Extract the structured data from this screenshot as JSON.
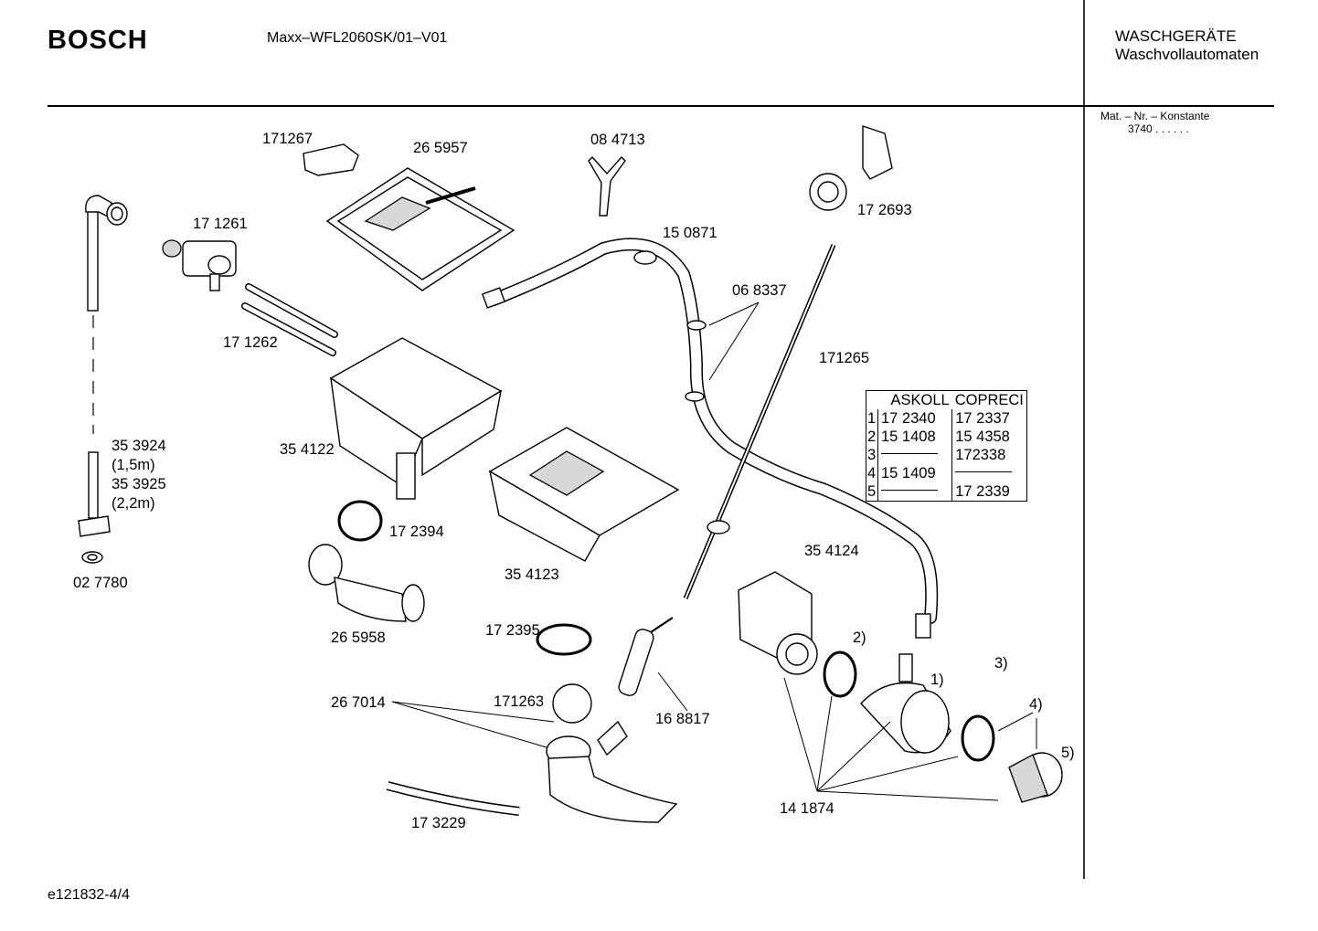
{
  "header": {
    "brand": "BOSCH",
    "model": "Maxx–WFL2060SK/01–V01",
    "category_line1": "WASCHGERÄTE",
    "category_line2": "Waschvollautomaten"
  },
  "sidebar": {
    "mat_label": "Mat. – Nr. – Konstante",
    "mat_value": "3740  .  .    .  .  .  ."
  },
  "footer": {
    "doc_id": "e121832-4/4"
  },
  "parts": {
    "p171267": "171267",
    "p265957": "26 5957",
    "p084713": "08 4713",
    "p172693": "17 2693",
    "p171261": "17 1261",
    "p150871": "15 0871",
    "p068337": "06 8337",
    "p171262": "17 1262",
    "p171265": "171265",
    "p354122": "35 4122",
    "p353924": "35 3924",
    "p353924_len": "(1,5m)",
    "p353925": "35 3925",
    "p353925_len": "(2,2m)",
    "p027780": "02 7780",
    "p172394": "17 2394",
    "p354123": "35 4123",
    "p354124": "35 4124",
    "p265958": "26 5958",
    "p172395": "17 2395",
    "p267014": "26 7014",
    "p171263": "171263",
    "p168817": "16 8817",
    "p173229": "17 3229",
    "p141874": "14 1874",
    "ref1": "1)",
    "ref2": "2)",
    "ref3": "3)",
    "ref4": "4)",
    "ref5": "5)"
  },
  "alt_table": {
    "headers": [
      "ASKOLL",
      "COPRECI"
    ],
    "rows": [
      {
        "idx": "1",
        "askoll": "17 2340",
        "copreci": "17 2337"
      },
      {
        "idx": "2",
        "askoll": "15 1408",
        "copreci": "15 4358"
      },
      {
        "idx": "3",
        "askoll": "",
        "copreci": "172338"
      },
      {
        "idx": "4",
        "askoll": "15 1409",
        "copreci": ""
      },
      {
        "idx": "5",
        "askoll": "",
        "copreci": "17 2339"
      }
    ]
  }
}
